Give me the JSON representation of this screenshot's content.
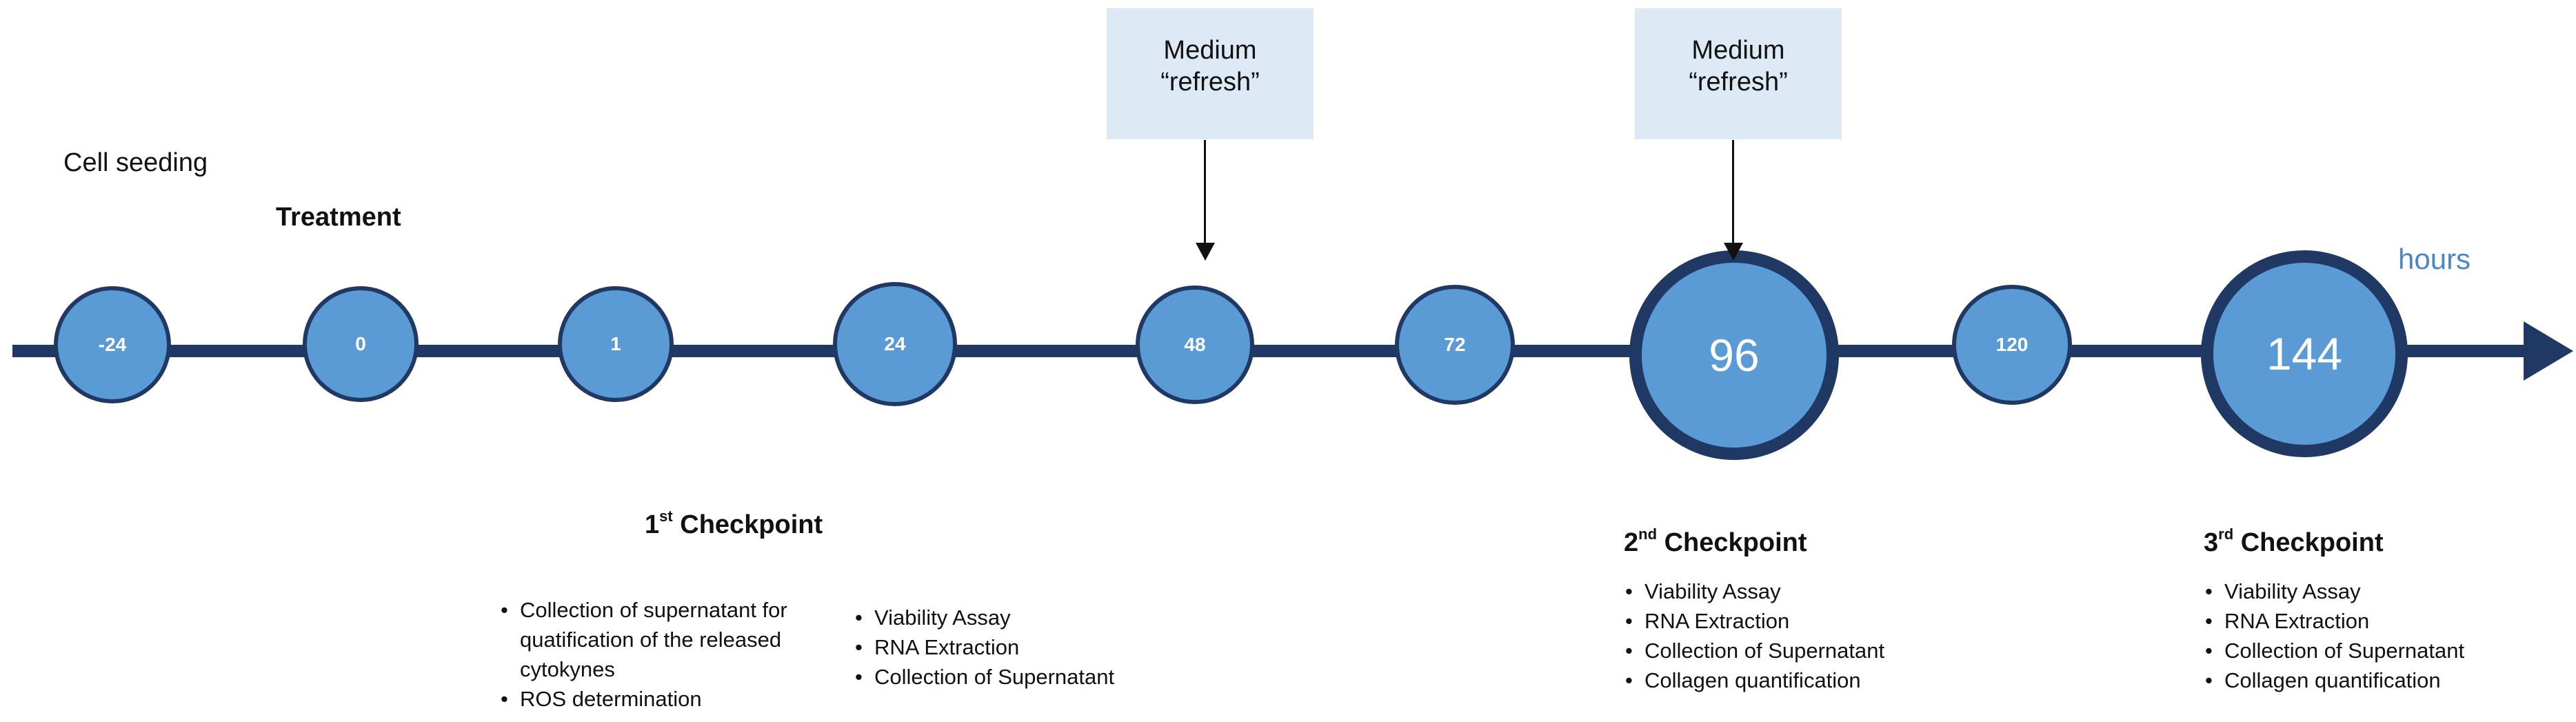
{
  "timeline": {
    "unit_label": "hours",
    "nodes": [
      {
        "label": "-24",
        "size": "small"
      },
      {
        "label": "0",
        "size": "small"
      },
      {
        "label": "1",
        "size": "small"
      },
      {
        "label": "24",
        "size": "small"
      },
      {
        "label": "48",
        "size": "small"
      },
      {
        "label": "72",
        "size": "small"
      },
      {
        "label": "96",
        "size": "large"
      },
      {
        "label": "120",
        "size": "small"
      },
      {
        "label": "144",
        "size": "large"
      }
    ]
  },
  "stage_labels": {
    "cell_seeding": "Cell seeding",
    "treatment": "Treatment"
  },
  "medium_refresh": [
    {
      "line1": "Medium",
      "line2": "“refresh”"
    },
    {
      "line1": "Medium",
      "line2": "“refresh”"
    }
  ],
  "checkpoints": [
    {
      "number": "1",
      "suffix": "st",
      "label": "Checkpoint",
      "lists": [
        [
          "Collection of supernatant for",
          "quatification of the released",
          "cytokynes"
        ],
        [
          "ROS determination"
        ],
        [
          "Viability Assay",
          "RNA Extraction",
          "Collection of Supernatant"
        ]
      ]
    },
    {
      "number": "2",
      "suffix": "nd",
      "label": "Checkpoint",
      "items": [
        "Viability Assay",
        "RNA Extraction",
        "Collection of Supernatant",
        "Collagen quantification"
      ]
    },
    {
      "number": "3",
      "suffix": "rd",
      "label": "Checkpoint",
      "items": [
        "Viability Assay",
        "RNA Extraction",
        "Collection of Supernatant",
        "Collagen quantification"
      ]
    }
  ],
  "colors": {
    "axis": "#1f3864",
    "node_fill": "#5b9bd5",
    "unit_label": "#4a86c8",
    "refresh_box": "#dde9f5"
  }
}
